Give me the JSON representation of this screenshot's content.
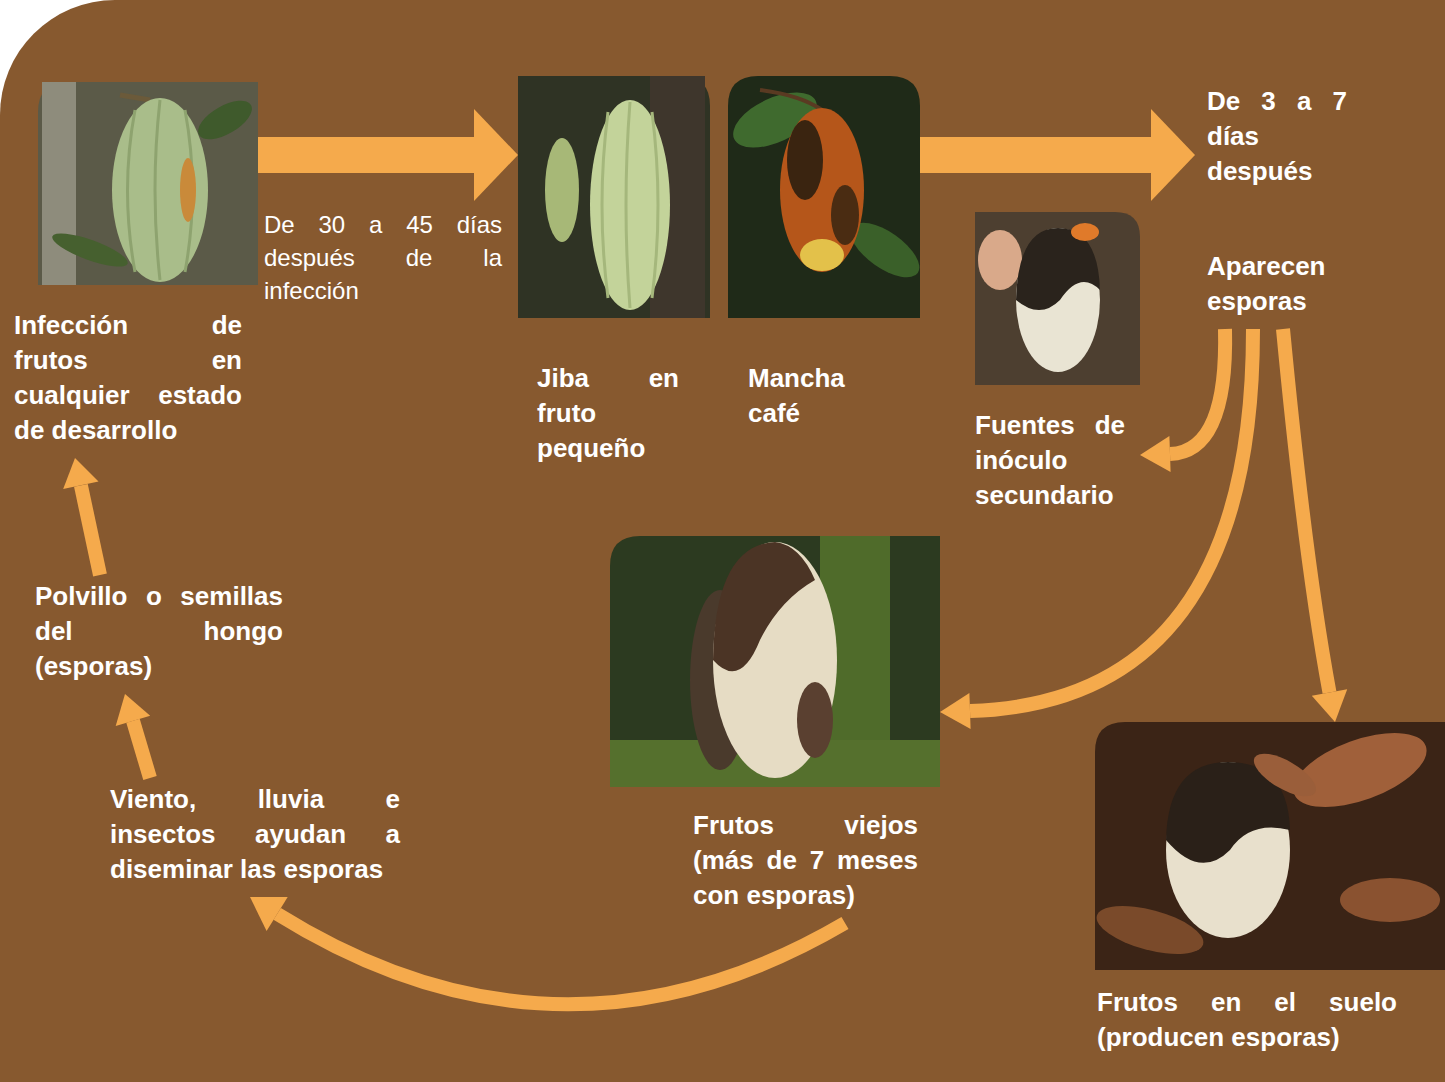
{
  "diagram": {
    "nodes": [
      {
        "text": [
          "Infección de frutos en cualquier estado de desarrollo"
        ]
      },
      {
        "text": [
          "Jiba en fruto pequeño"
        ]
      },
      {
        "text": [
          "Mancha café"
        ]
      },
      {
        "text": [
          "De 3 a 7 días después",
          "Aparecen esporas"
        ]
      },
      {
        "text": [
          "Fuentes de inóculo secundario"
        ]
      },
      {
        "text": [
          "Frutos viejos (más de 7 meses con esporas)"
        ]
      },
      {
        "text": [
          "Frutos en el suelo (producen esporas)"
        ]
      },
      {
        "text": [
          "Viento, lluvia e insectos ayudan a diseminar las esporas"
        ]
      },
      {
        "text": [
          "Polvillo o semillas del hongo (esporas)"
        ]
      }
    ],
    "edges": [
      {
        "from": 0,
        "to": 1,
        "arrow": "to",
        "label": "De 30 a 45 días después de la infección"
      },
      {
        "from": 2,
        "to": 3,
        "arrow": "to"
      },
      {
        "from": 3,
        "to": 4,
        "arrow": "to"
      },
      {
        "from": 3,
        "to": 5,
        "arrow": "to"
      },
      {
        "from": 3,
        "to": 6,
        "arrow": "to"
      },
      {
        "from": 5,
        "to": 7,
        "arrow": "to"
      },
      {
        "from": 7,
        "to": 8,
        "arrow": "to"
      },
      {
        "from": 8,
        "to": 0,
        "arrow": "to"
      }
    ]
  }
}
